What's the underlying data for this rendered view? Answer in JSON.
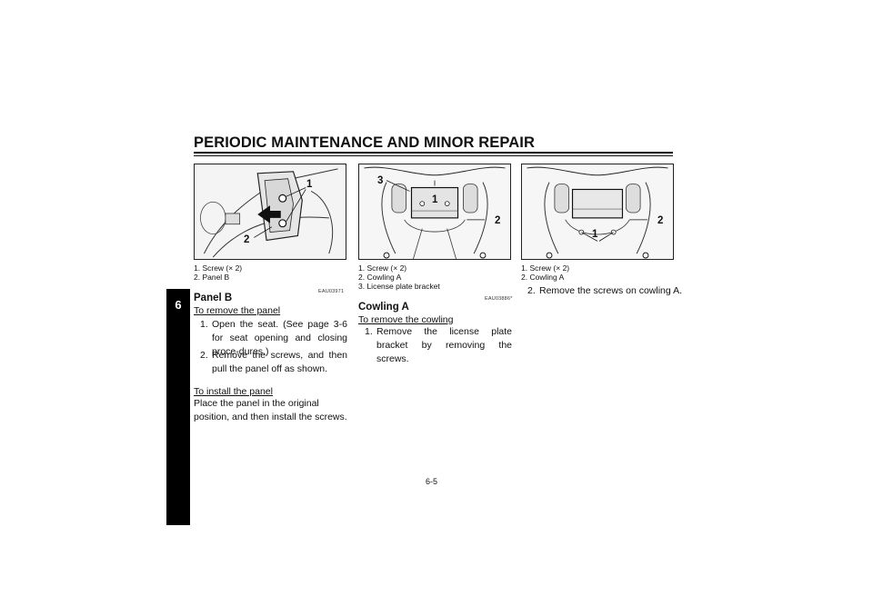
{
  "header": {
    "title": "PERIODIC MAINTENANCE AND MINOR REPAIR"
  },
  "side_tab": {
    "chapter": "6"
  },
  "col1": {
    "figure_callouts": [
      "1",
      "2"
    ],
    "caption": [
      "1.  Screw (× 2)",
      "2.  Panel B"
    ],
    "code": "EAU03971",
    "heading": "Panel B",
    "subheading_remove": "To remove the panel",
    "steps": [
      {
        "num": "1.",
        "text": "Open the seat. (See page 3-6 for seat opening and closing proce-dures.)"
      },
      {
        "num": "2.",
        "text": "Remove the screws, and then pull the panel off as shown."
      }
    ],
    "subheading_install": "To install the panel",
    "install_text": "Place the panel in the original position, and then install the screws."
  },
  "col2": {
    "figure_callouts": [
      "3",
      "1",
      "2"
    ],
    "caption": [
      "1.  Screw (× 2)",
      "2.  Cowling A",
      "3.  License plate bracket"
    ],
    "code": "EAU03886*",
    "heading": "Cowling A",
    "subheading_remove": "To remove the cowling",
    "steps": [
      {
        "num": "1.",
        "text": "Remove the license plate bracket by removing the screws."
      }
    ]
  },
  "col3": {
    "figure_callouts": [
      "2",
      "1"
    ],
    "caption": [
      "1.  Screw (× 2)",
      "2.  Cowling A"
    ],
    "steps": [
      {
        "num": "2.",
        "text": "Remove the screws on cowling A."
      }
    ]
  },
  "footer": {
    "page_number": "6-5"
  }
}
